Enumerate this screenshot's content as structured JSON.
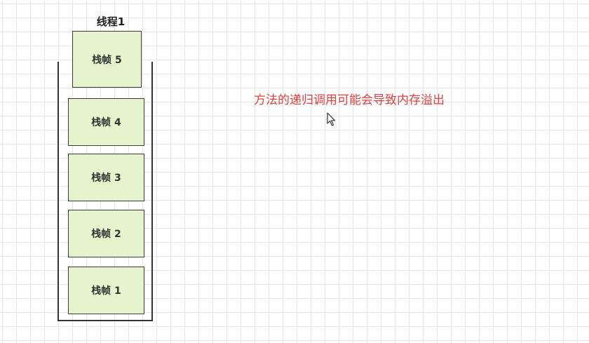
{
  "thread": {
    "title": "线程1"
  },
  "frames": [
    {
      "label": "栈帧 5"
    },
    {
      "label": "栈帧 4"
    },
    {
      "label": "栈帧 3"
    },
    {
      "label": "栈帧 2"
    },
    {
      "label": "栈帧 1"
    }
  ],
  "annotation": {
    "text": "方法的递归调用可能会导致内存溢出",
    "color": "#e0413f"
  },
  "colors": {
    "frame_fill": "#e6f4cd",
    "frame_border": "#3a3a3a",
    "grid_line": "#e6e6e6"
  }
}
